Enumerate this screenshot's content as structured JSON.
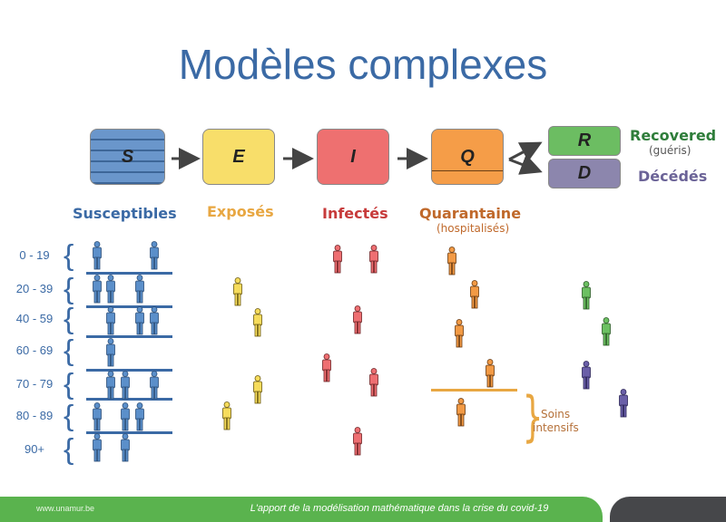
{
  "title": "Modèles complexes",
  "compartments": [
    {
      "letter": "S",
      "label": "Susceptibles",
      "color": "#6a96cb",
      "label_color": "#3b6aa5"
    },
    {
      "letter": "E",
      "label": "Exposés",
      "color": "#f8de6a",
      "label_color": "#e8a742"
    },
    {
      "letter": "I",
      "label": "Infectés",
      "color": "#ee7070",
      "label_color": "#c73b3b"
    },
    {
      "letter": "Q",
      "label": "Quarantaine",
      "sublabel": "(hospitalisés)",
      "color": "#f59d48",
      "label_color": "#c0692b"
    },
    {
      "letter": "R",
      "label": "Recovered",
      "sublabel": "(guéris)",
      "color": "#6cbd62",
      "label_color": "#2e7d3a"
    },
    {
      "letter": "D",
      "label": "Décédés",
      "color": "#8c86ad",
      "label_color": "#6b6397"
    }
  ],
  "age_groups": [
    "0 - 19",
    "20 - 39",
    "40 - 59",
    "60 - 69",
    "70 - 79",
    "80 - 89",
    "90+"
  ],
  "icu": {
    "label_line1": "Soins",
    "label_line2": "intensifs",
    "color": "#e8a742",
    "text_color": "#b5713a"
  },
  "counts": {
    "susceptibles": 17,
    "exposes": 4,
    "infectes": 6,
    "quarantaine": 5,
    "recovered": 2,
    "decedes": 2
  },
  "footer": {
    "url": "www.unamur.be",
    "tagline": "L'apport de la modélisation mathématique dans la crise du covid-19",
    "green": "#5ab34e",
    "dark": "#46474a"
  }
}
